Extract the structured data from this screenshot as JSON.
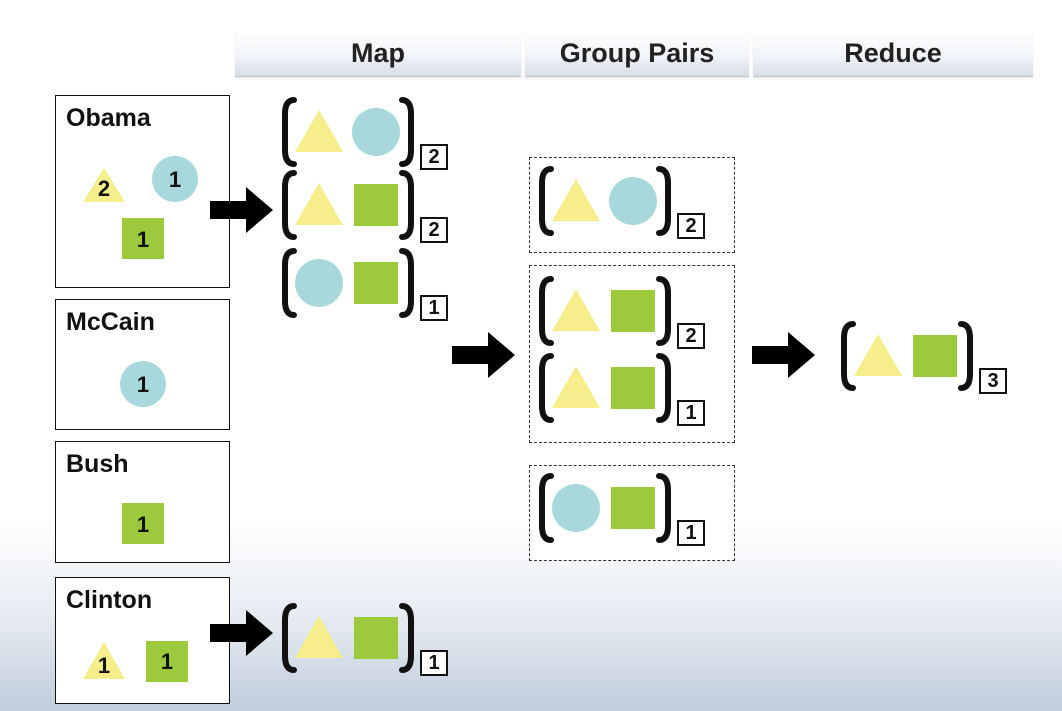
{
  "headers": {
    "map": "Map",
    "group_pairs": "Group Pairs",
    "reduce": "Reduce"
  },
  "voters": [
    {
      "name": "Obama",
      "items": [
        {
          "shape": "triangle",
          "count": "2"
        },
        {
          "shape": "circle",
          "count": "1"
        },
        {
          "shape": "square",
          "count": "1"
        }
      ]
    },
    {
      "name": "McCain",
      "items": [
        {
          "shape": "circle",
          "count": "1"
        }
      ]
    },
    {
      "name": "Bush",
      "items": [
        {
          "shape": "square",
          "count": "1"
        }
      ]
    },
    {
      "name": "Clinton",
      "items": [
        {
          "shape": "triangle",
          "count": "1"
        },
        {
          "shape": "square",
          "count": "1"
        }
      ]
    }
  ],
  "map_output": [
    {
      "pair": [
        "triangle",
        "circle"
      ],
      "count": "2"
    },
    {
      "pair": [
        "triangle",
        "square"
      ],
      "count": "2"
    },
    {
      "pair": [
        "circle",
        "square"
      ],
      "count": "1"
    },
    {
      "pair": [
        "triangle",
        "square"
      ],
      "count": "1"
    }
  ],
  "groups": [
    [
      {
        "pair": [
          "triangle",
          "circle"
        ],
        "count": "2"
      }
    ],
    [
      {
        "pair": [
          "triangle",
          "square"
        ],
        "count": "2"
      },
      {
        "pair": [
          "triangle",
          "square"
        ],
        "count": "1"
      }
    ],
    [
      {
        "pair": [
          "circle",
          "square"
        ],
        "count": "1"
      }
    ]
  ],
  "reduce_output": {
    "pair": [
      "triangle",
      "square"
    ],
    "count": "3"
  },
  "colors": {
    "triangle": "#f6ee8a",
    "circle": "#a8d8dc",
    "square": "#9dca3c",
    "arrow": "#000000"
  }
}
